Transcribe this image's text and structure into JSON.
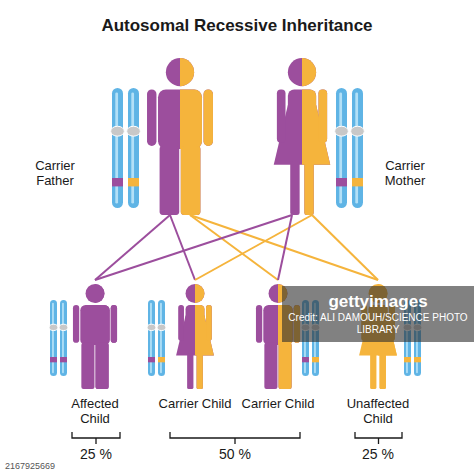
{
  "diagram": {
    "title": "Autosomal Recessive Inheritance",
    "nodes": [
      {
        "text": [
          "Carrier Father"
        ]
      },
      {
        "text": [
          "Carrier Mother"
        ]
      },
      {
        "text": [
          "Affected Child"
        ]
      },
      {
        "text": [
          "Carrier Child"
        ]
      },
      {
        "text": [
          "Carrier Child"
        ]
      },
      {
        "text": [
          "Unaffected Child"
        ]
      }
    ],
    "edges": [
      {
        "from": 0,
        "to": 2,
        "arrow": "none"
      },
      {
        "from": 0,
        "to": 3,
        "arrow": "none"
      },
      {
        "from": 0,
        "to": 4,
        "arrow": "none"
      },
      {
        "from": 0,
        "to": 5,
        "arrow": "none"
      },
      {
        "from": 1,
        "to": 2,
        "arrow": "none"
      },
      {
        "from": 1,
        "to": 3,
        "arrow": "none"
      },
      {
        "from": 1,
        "to": 4,
        "arrow": "none"
      },
      {
        "from": 1,
        "to": 5,
        "arrow": "none"
      }
    ],
    "labels": [
      "25 %",
      "50 %",
      "25 %",
      "gettyimages",
      "Credit: ALI DAMOUH/SCIENCE PHOTO LIBRARY",
      "2167925669"
    ]
  }
}
